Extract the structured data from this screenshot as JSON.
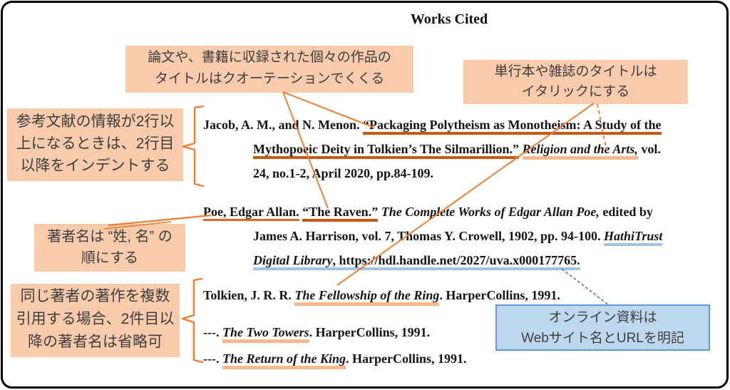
{
  "title": "Works Cited",
  "citations": {
    "jacob": {
      "l1s0": "Jacob, A. M., and N. Menon. ",
      "l1s1": "“Packaging Polytheism as Monotheism: A Study of the",
      "l2s0": "Mythopoeic Deity in Tolkien’s The Silmarillion.”",
      "l2sp": " ",
      "l2s1": "Religion and the Arts,",
      "l2s2": " vol.",
      "l3": "24, no.1-2, April 2020, pp.84-109."
    },
    "poe": {
      "l1s0": "Poe, Edgar Allan.",
      "l1sp1": " ",
      "l1s1": "“The Raven.”",
      "l1sp2": " ",
      "l1s2": "The Complete Works of Edgar Allan Poe,",
      "l1s3": " edited by",
      "l2s0": "James A. Harrison, vol. 7, Thomas Y. Crowell, 1902, pp. 94-100. ",
      "l2s1": "HathiTrust",
      "l3s0": "Digital Library",
      "l3s1": ", https://hdl.handle.net/2027/uva.x000177765."
    },
    "tolkien1": {
      "s0": "Tolkien, J. R. R. ",
      "s1": "The Fellowship of the Ring",
      "s2": ". HarperCollins, 1991."
    },
    "tolkien2": {
      "s0": "---. ",
      "s1": "The Two Towers",
      "s2": ". HarperCollins, 1991."
    },
    "tolkien3": {
      "s0": "---. ",
      "s1": "The Return of the King",
      "s2": ". HarperCollins, 1991."
    }
  },
  "callouts": {
    "quotation": {
      "l1": "論文や、書籍に収録された個々の作品の",
      "l2": "タイトルはクオーテーションでくくる"
    },
    "italic": {
      "l1": "単行本や雑誌のタイトルは",
      "l2": "イタリックにする"
    },
    "indent": {
      "l1": "参考文献の情報が2行以",
      "l2": "上になるときは、2行目",
      "l3": "以降をインデントする"
    },
    "author": {
      "l1": "著者名は “姓, 名” の",
      "l2": "順にする"
    },
    "same_author": {
      "l1": "同じ著者の著作を複数",
      "l2": "引用する場合、2件目以",
      "l3": "降の著者名は省略可"
    },
    "online": {
      "l1": "オンライン資料は",
      "l2": "Webサイト名とURLを明記"
    }
  },
  "colors": {
    "peach_fill": "#F8CBAD",
    "blue_fill": "#BDD7EE",
    "blue_border": "#5B9BD5",
    "orange_connector": "#ED7D31",
    "dark_orange_underline": "#C55A11",
    "peach_underline": "#F6B98E",
    "blue_underline": "#9DC3E6",
    "blue_connector": "#4472C4"
  }
}
